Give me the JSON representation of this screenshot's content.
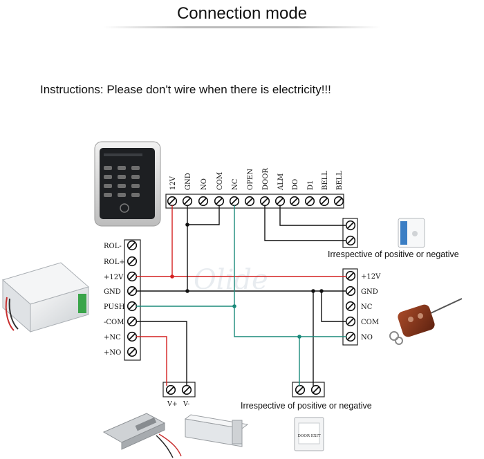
{
  "title": "Connection mode",
  "instructions": "Instructions: Please don't wire when there is electricity!!!",
  "watermark": "Olide",
  "top_terminals": [
    "12V",
    "GND",
    "NO",
    "COM",
    "NC",
    "OPEN",
    "DOOR",
    "ALM",
    "DO",
    "D1",
    "BELL",
    "BELL"
  ],
  "power_supply_terminals": [
    "ROL-",
    "ROL+",
    "+12V",
    "GND",
    "PUSH",
    "-COM",
    "+NC",
    "+NO"
  ],
  "receiver_terminals": [
    "+12V",
    "GND",
    "NC",
    "COM",
    "NO"
  ],
  "lock_terminals": [
    "V+",
    "V-"
  ],
  "notes": {
    "bell": "Irrespective of positive or negative",
    "exit_button": "Irrespective of positive or negative"
  },
  "exit_button_label": "DOOR EXIT",
  "colors": {
    "red_wire": "#d42020",
    "black_wire": "#111111",
    "teal_wire": "#1a8a7a"
  },
  "icons": {
    "keypad": "keypad-reader-icon",
    "power_supply": "power-supply-unit-icon",
    "doorbell": "doorbell-icon",
    "remote": "remote-control-icon",
    "bolt_lock": "electric-bolt-lock-icon",
    "magnetic_lock": "magnetic-lock-icon",
    "exit_button": "exit-button-icon"
  }
}
